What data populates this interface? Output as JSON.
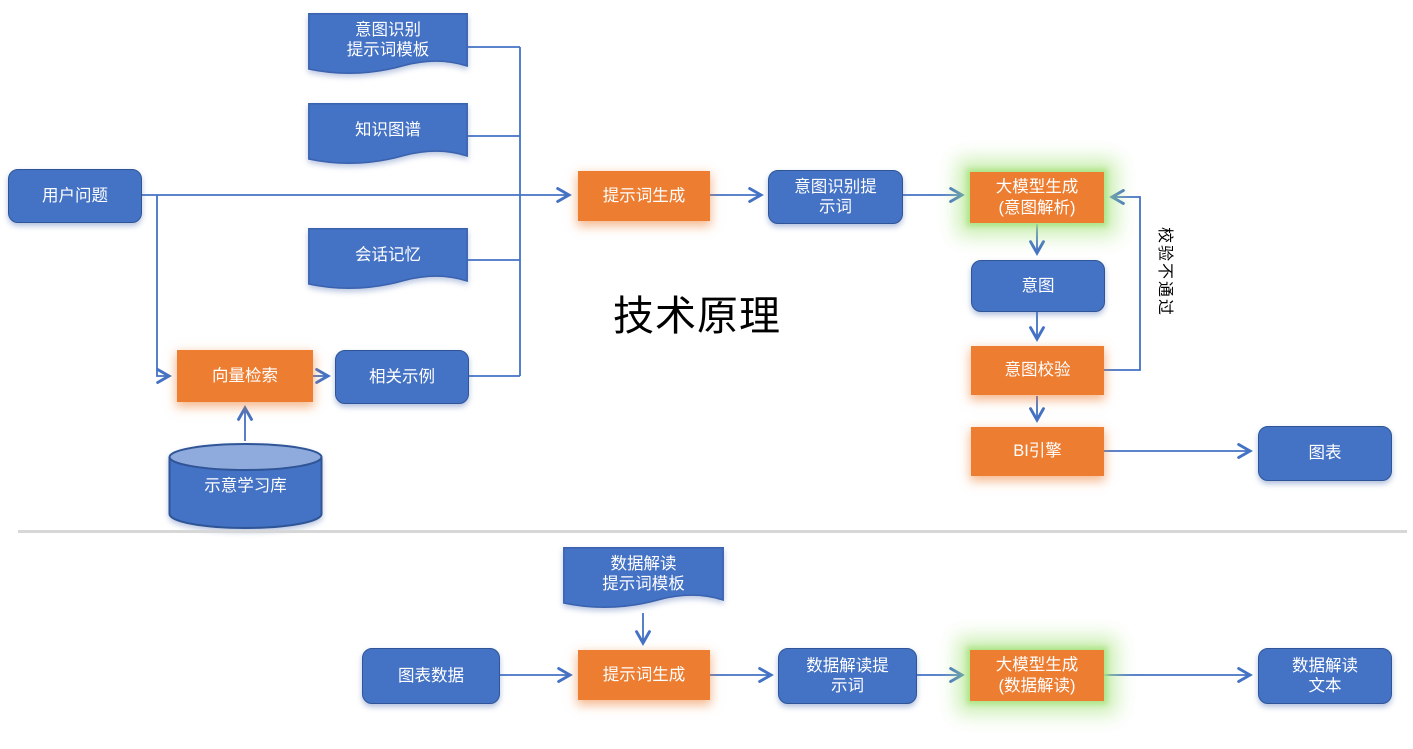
{
  "title": "技术原理",
  "colors": {
    "node_blue": "#4472C4",
    "node_blue_border": "#2F5597",
    "node_orange": "#ED7D31",
    "green_glow": "#AAE482",
    "cylinder_top": "#8FAADC",
    "connector": "#4472C4",
    "divider": "#D7D7D7",
    "title_text": "#000000"
  },
  "nodes": {
    "user_question": "用户问题",
    "intent_prompt_template": "意图识别\n提示词模板",
    "knowledge_graph": "知识图谱",
    "session_memory": "会话记忆",
    "prompt_generation": "提示词生成",
    "intent_recognition_prompt": "意图识别提\n示词",
    "llm_intent": "大模型生成\n(意图解析)",
    "intent": "意图",
    "intent_validation": "意图校验",
    "bi_engine": "BI引擎",
    "chart": "图表",
    "vector_search": "向量检索",
    "related_examples": "相关示例",
    "demo_learning_library": "示意学习库",
    "validation_failed": "校验不通过",
    "data_prompt_template": "数据解读\n提示词模板",
    "chart_data": "图表数据",
    "prompt_generation_2": "提示词生成",
    "data_interpretation_prompt": "数据解读提\n示词",
    "llm_data": "大模型生成\n(数据解读)",
    "data_interpretation_text": "数据解读\n文本"
  }
}
